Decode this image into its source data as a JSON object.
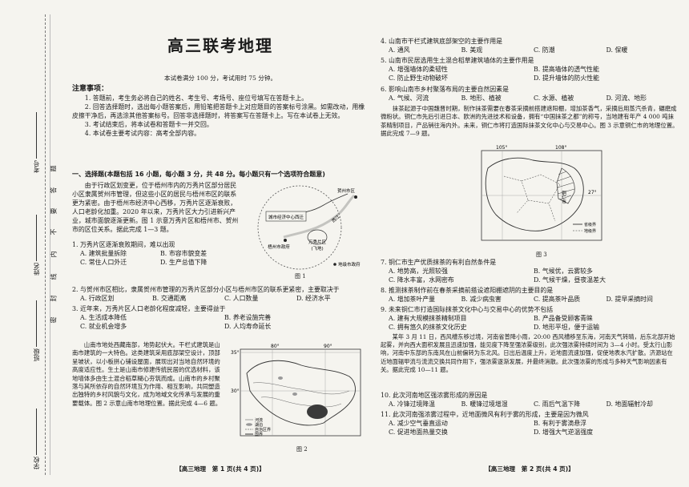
{
  "binding": {
    "exam_no": "考号",
    "name": "姓名",
    "class": "班级",
    "school": "学校",
    "chars": [
      "题",
      "答",
      "要",
      "不",
      "内",
      "线",
      "封",
      "密"
    ]
  },
  "left": {
    "title": "高三联考地理",
    "score_line": "本试卷满分 100 分，考试用时 75 分钟。",
    "notice_title": "注意事项：",
    "notices": [
      "1. 答题前，考生务必将自己的姓名、考生号、考场号、座位号填写在答题卡上。",
      "2. 回答选择题时，选出每小题答案后，用铅笔把答题卡上对应题目的答案标号涂黑。如需改动，用橡皮擦干净后，再选涂其他答案标号。回答非选择题时，将答案写在答题卡上。写在本试卷上无效。",
      "3. 考试结束后，将本试卷和答题卡一并交回。",
      "4. 本试卷主要考试内容：高考全部内容。"
    ],
    "section_title": "一、选择题(本题包括 16 小题，每小题 3 分，共 48 分。每小题只有一个选项符合题意)",
    "passage1": "由于行政区划变更，位于梧州市内的万秀片区部分居民小区隶属贺州市管理，但这些小区的居民与梧州市区的联系更为紧密。由于梧州市经济中心西移，万秀片区逐渐衰败，人口老龄化加重。2020 年以来，万秀片区大力引进新兴产业，城市面貌逐渐更新。图 1 示意万秀片区和梧州市、贺州市的区位关系。据此完成 1—3 题。",
    "q1": "1. 万秀片区逐渐衰败期间，难以出现",
    "q1_opts": [
      "A. 建筑批量拆除",
      "B. 市容市貌变差",
      "C. 常住人口外迁",
      "D. 生产总值下降"
    ],
    "q2": "2. 与贺州市区相比，隶属贺州市管理的万秀片区部分小区与梧州市区的联系更紧密，主要取决于",
    "q2_opts": [
      "A. 行政区划",
      "B. 交通距离",
      "C. 人口数量",
      "D. 经济水平"
    ],
    "q3": "3. 近年来，万秀片区人口老龄化程度减轻，主要得益于",
    "q3_opts": [
      "A. 生活成本降低",
      "B. 养老设施完善",
      "C. 就业机会增多",
      "D. 人均寿命延长"
    ],
    "passage2": "山南市地处西藏南部，地势起伏大。干栏式建筑是山南市建筑的一大特色。这类建筑采用底部架空设计，顶部呈坡状，以小板拼心铺设屋面，展现出对当地自然环境的高度适应性。生土是山南市修建传统民居的优选材料，该地墙体多由生土混合稻草糊心夯筑而成。山南市的乡村聚落与其所依存的自然环境互为作用、相互影响，共同塑造出独特的乡村风貌与文化，成为地域文化传承与发展的重要载体。图 2 示意山南市地理位置。据此完成 4—6 题。",
    "fig1_caption": "图 1",
    "fig2_caption": "图 2",
    "fig1_labels": {
      "hezhou": "贺州市区",
      "west": "城市经济中心西迁",
      "wuzhou": "梧州市政府",
      "wanxiu": "万秀片区",
      "wanxiu2": "(飞地)",
      "river": "西江",
      "legend": "地级市政府"
    },
    "fig2_labels": {
      "lon1": "80°",
      "lon2": "90°",
      "lat1": "35°",
      "lat2": "30°",
      "legend1": "河流",
      "legend2": "湖泊",
      "legend3": "自治区界",
      "legend4": "国界"
    },
    "footer": "【高三地理　第 1 页(共 4 页)】"
  },
  "right": {
    "q4": "4. 山南市干栏式建筑底部架空的主要作用是",
    "q4_opts": [
      "A. 通风",
      "B. 美观",
      "C. 防潮",
      "D. 保暖"
    ],
    "q5": "5. 山南市民居选用生土混合稻草建筑墙体的主要作用是",
    "q5_opts": [
      "A. 增强墙体的柔韧性",
      "B. 提高墙体的透气性能",
      "C. 防止野生动物破坏",
      "D. 提升墙体的防火性能"
    ],
    "q6": "6. 影响山南市乡村聚落布局的主要自然因素是",
    "q6_opts": [
      "A. 气候、河流",
      "B. 地形、植被",
      "C. 水源、植被",
      "D. 河流、地形"
    ],
    "passage3": "抹茶起源于中国魏晋时期，制作抹茶需要在春茶采摘前搭建遮阳棚，增加茶香气，采摘后用蒸汽杀青，碾磨成微粉状。铜仁市先后引进日本、欧洲的先进技术和设备，拥有“中国抹茶之都”的称号，当地建有年产 4 000 吨抹茶精制项目，产品销往海内外。未来，铜仁市将打造国际抹茶文化中心与交易中心。图 3 示意铜仁市的地理位置。据此完成 7—9 题。",
    "fig3_caption": "图 3",
    "fig3_labels": {
      "lon1": "105°",
      "lon2": "108°",
      "lat1": "27°",
      "city": "铜仁市",
      "legend1": "省级界",
      "legend2": "地级界"
    },
    "q7": "7. 铜仁市生产优质抹茶的有利自然条件是",
    "q7_opts": [
      "A. 地势高，光照较强",
      "B. 气候优，云雾较多",
      "C. 降水丰富，水网密布",
      "D. 气候干燥，昼夜温差大"
    ],
    "q8": "8. 推测抹茶制作前在春茶采摘前搭设遮阳棚遮阴的主要目的是",
    "q8_opts": [
      "A. 增加茶叶产量",
      "B. 减少病虫害",
      "C. 提高茶叶品质",
      "D. 提早采摘时间"
    ],
    "q9": "9. 未来铜仁市打造国际抹茶文化中心与交易中心的优势不包括",
    "q9_opts": [
      "A. 建有大规模抹茶精制项目",
      "B. 产品备受顾客青睐",
      "C. 拥有悠久的抹茶文化历史",
      "D. 地形平坦，便于运输"
    ],
    "passage4": "某年 3 月 11 日，西风槽东移过境，河南省普降小雨，20:00 西风槽移至东海，河南天气转晴，后东北部开始起雾，并向西大面积发展且迅速加强，能见度下降至强浓雾级别，此次强浓雾持续时间为 3—4 小时。受太行山影响，河南中东部的东南风在山前偏转为东北风。日出后温度上升，近地面流速加强，促使地表水汽扩散。济源站在近地面辐甲流与流流交换共同作用下，强浓雾逐渐发展，并最终消散。此次强浓雾的形成与多种天气影响因素有关。据此完成 10—11 题。",
    "q10": "10. 此次河南地区强浓雾形成的原因是",
    "q10_opts": [
      "A. 冷锋过境降温",
      "B. 暖锋过境增湿",
      "C. 雨后气温下降",
      "D. 地面辐射冷却"
    ],
    "q11": "11. 此次河南强浓雾过程中，近地面微风有利于雾的形成，主要是因为微风",
    "q11_opts": [
      "A. 减少空气垂直运动",
      "B. 有利于雾滴悬浮",
      "C. 促进地面热量交换",
      "D. 增强大气逆温强度"
    ],
    "footer": "【高三地理　第 2 页(共 4 页)】"
  }
}
